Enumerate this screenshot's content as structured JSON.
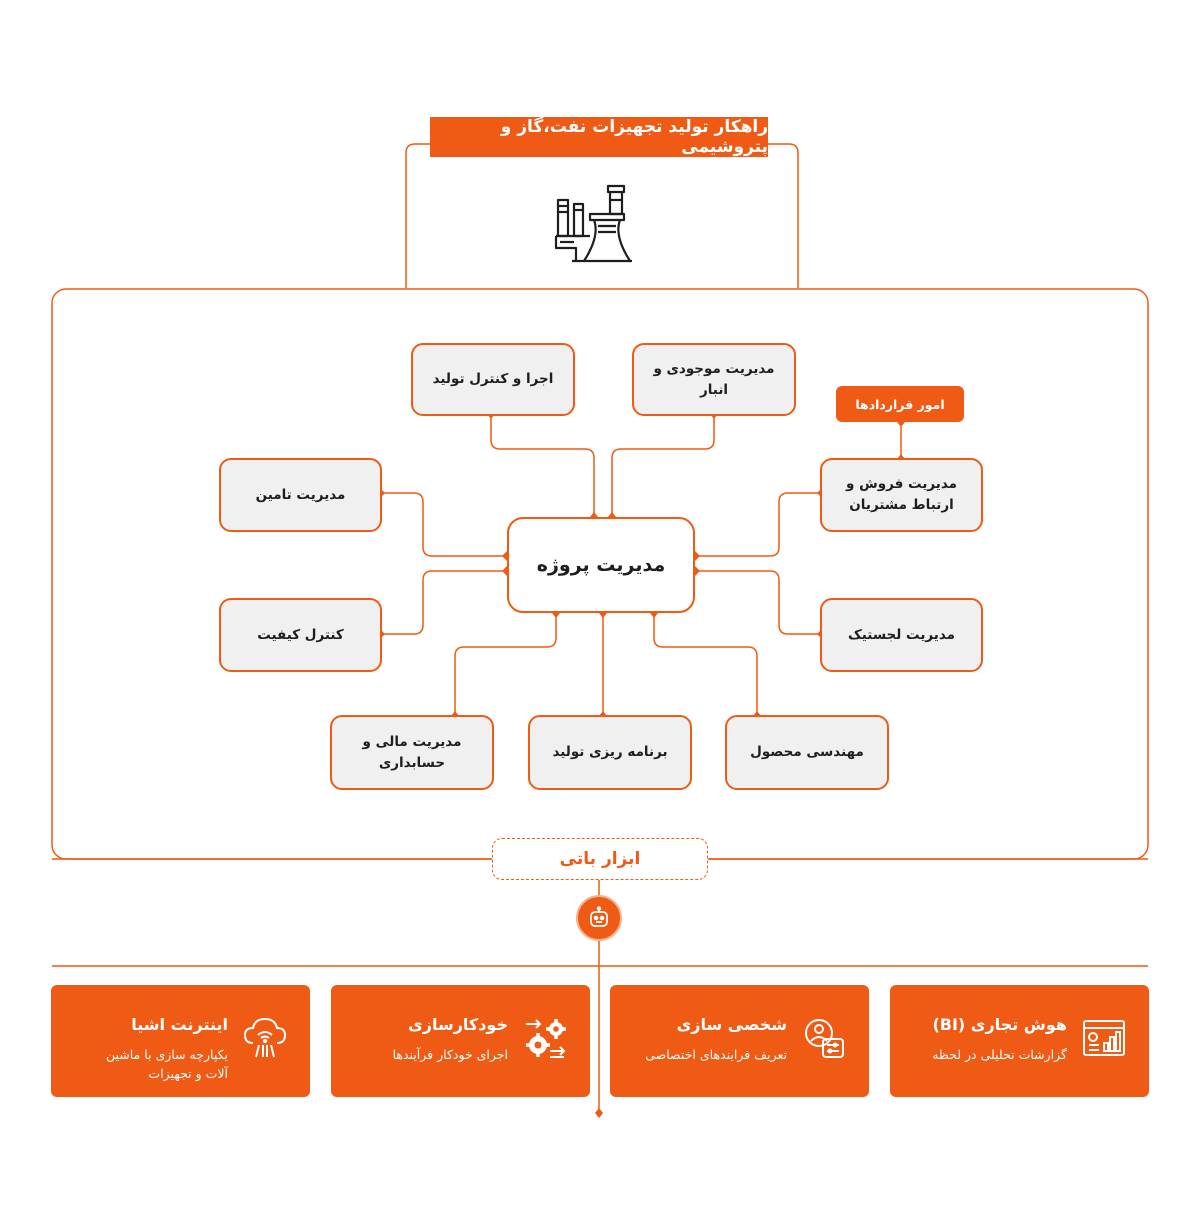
{
  "header": {
    "title": "راهکار تولید تجهیزات نفت،گاز و پتروشیمی"
  },
  "diagram": {
    "center": "مدیریت پروژه",
    "nodes": {
      "execution": "اجرا و کنترل تولید",
      "inventory": [
        "مدیریت موجودی و",
        "انبار"
      ],
      "supply": "مدیریت تامین",
      "sales": [
        "مدیریت فروش و",
        "ارتباط مشتریان"
      ],
      "quality": "کنترل کیفیت",
      "logistics": "مدیریت لجستیک",
      "finance": [
        "مدیریت مالی و",
        "حسابداری"
      ],
      "planning": "برنامه ریزی تولید",
      "engineering": "مهندسی محصول"
    },
    "contracts_badge": "امور قراردادها"
  },
  "tools": {
    "label": "ابزار باتی"
  },
  "cards": [
    {
      "title": "هوش تجاری (BI)",
      "subtitle": [
        "گزارشات تحلیلی در لحظه"
      ],
      "icon": "bi-dashboard-icon"
    },
    {
      "title": "شخصی سازی",
      "subtitle": [
        "تعریف فرایندهای اختصاصی"
      ],
      "icon": "personalization-icon"
    },
    {
      "title": "خودکارسازی",
      "subtitle": [
        "اجرای خودکار فرآیندها"
      ],
      "icon": "automation-gears-icon"
    },
    {
      "title": "اینترنت اشیا",
      "subtitle": [
        "یکپارچه سازی با ماشین",
        "آلات و تجهیزات"
      ],
      "icon": "iot-cloud-icon"
    }
  ],
  "colors": {
    "accent": "#ef5a14",
    "box_fill": "#f0f0f0"
  }
}
